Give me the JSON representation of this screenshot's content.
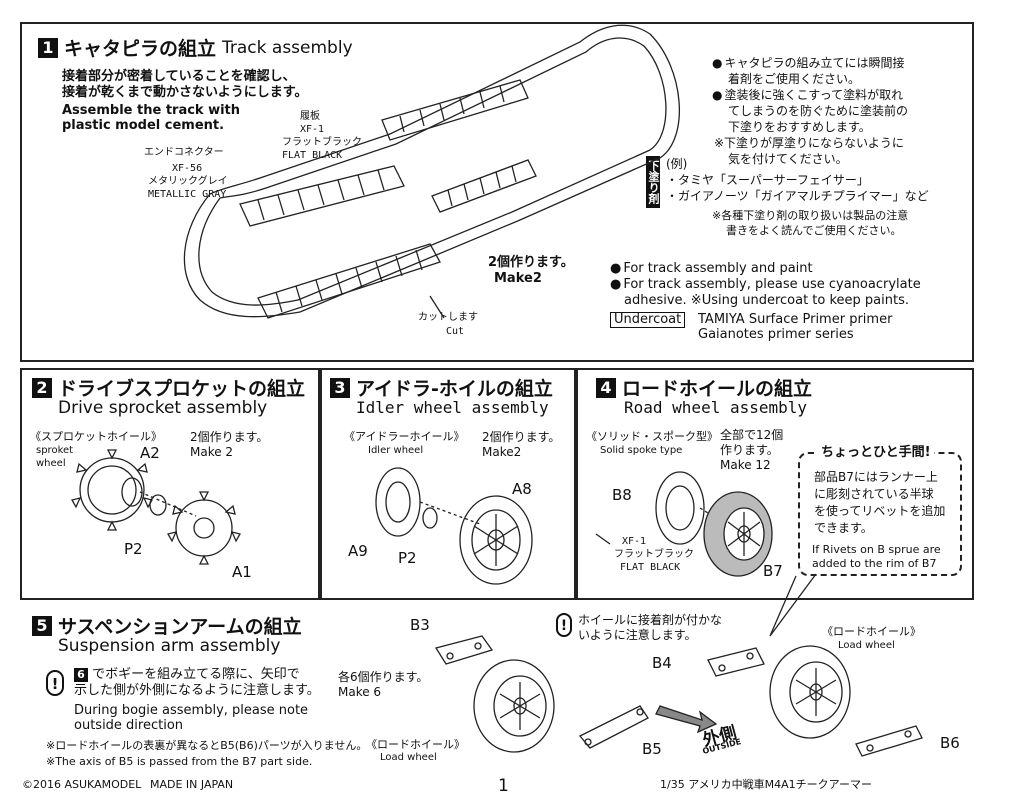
{
  "s1": {
    "num": "1",
    "title_jp": "キャタピラの組立",
    "title_en": "Track assembly",
    "inst_jp": [
      "接着部分が密着していることを確認し、",
      "接着が乾くまで動かさないようにします。"
    ],
    "inst_en": [
      "Assemble the track with",
      "plastic model cement."
    ],
    "paint1": [
      "履板",
      "XF-1",
      "フラットブラック",
      "FLAT BLACK"
    ],
    "paint2": [
      "エンドコネクター",
      "XF-56",
      "メタリックグレイ",
      "METALLIC GRAY"
    ],
    "make2_jp": "2個作ります。",
    "make2_en": "Make2",
    "cut_jp": "カットします",
    "cut_en": "Cut",
    "notes_jp": [
      "キャタピラの組み立てには瞬間接",
      "着剤をご使用ください。",
      "塗装後に強くこすって塗料が取れ",
      "てしまうのを防ぐために塗装前の",
      "下塗りをおすすめします。",
      "※下塗りが厚塗りにならないように",
      "気を付けてください。"
    ],
    "undercoat_tag": "下塗り剤",
    "examples": [
      "(例)",
      "・タミヤ「スーパーサーフェイサー」",
      "・ガイアノーツ「ガイアマルチプライマー」など"
    ],
    "care": [
      "※各種下塗り剤の取り扱いは製品の注意",
      "書きをよく読んでご使用ください。"
    ],
    "notes_en": [
      "For track assembly and paint",
      "For track assembly, please use cyanoacrylate",
      "adhesive. ※Using undercoat to keep paints."
    ],
    "undercoat_en": "Undercoat",
    "primers": [
      "TAMIYA Surface Primer primer",
      "Gaianotes primer series"
    ]
  },
  "s2": {
    "num": "2",
    "title_jp": "ドライブスプロケットの組立",
    "title_en": "Drive sprocket assembly",
    "part_label": "《スプロケットホイール》",
    "part_en": [
      "sproket",
      "wheel"
    ],
    "make_jp": "2個作ります。",
    "make_en": "Make 2",
    "labels": [
      "A2",
      "P2",
      "A1"
    ]
  },
  "s3": {
    "num": "3",
    "title_jp": "アイドラ-ホイルの組立",
    "title_en": "Idler wheel assembly",
    "part_label": "《アイドラーホイール》",
    "part_en": "Idler wheel",
    "make_jp": "2個作ります。",
    "make_en": "Make2",
    "labels": [
      "A8",
      "A9",
      "P2"
    ]
  },
  "s4": {
    "num": "4",
    "title_jp": "ロードホイールの組立",
    "title_en": "Road wheel assembly",
    "part_label": "《ソリッド・スポーク型》",
    "part_en": "Solid spoke type",
    "make_jp": "全部で12個",
    "make_jp2": "作ります。",
    "make_en": "Make 12",
    "labels": [
      "B8",
      "B7"
    ],
    "paint": [
      "XF-1",
      "フラットブラック",
      "FLAT BLACK"
    ],
    "tip_title": "ちょっとひと手間!",
    "tip_jp": [
      "部品B7にはランナー上",
      "に彫刻されている半球",
      "を使ってリベットを追加",
      "できます。"
    ],
    "tip_en": [
      "If Rivets on B sprue are",
      "added to the rim of B7"
    ]
  },
  "s5": {
    "num": "5",
    "title_jp": "サスペンションアームの組立",
    "title_en": "Suspension arm assembly",
    "step_num": "6",
    "warn_jp": [
      "でボギーを組み立てる際に、矢印で",
      "示した側が外側になるように注意します。"
    ],
    "warn_en": [
      "During bogie assembly, please note",
      "outside direction"
    ],
    "foot_jp": "※ロードホイールの表裏が異なるとB5(B6)パーツが入りません。",
    "foot_en": "※The axis of B5 is passed from the B7 part side.",
    "make_jp": "各6個作ります。",
    "make_en": "Make 6",
    "glue_warn": [
      "ホイールに接着剤が付かな",
      "いように注意します。"
    ],
    "road_label": "《ロードホイール》",
    "road_en": "Load wheel",
    "labels": [
      "B3",
      "B5",
      "B4",
      "B6"
    ],
    "outside_jp": "外側",
    "outside_en": "OUTSIDE"
  },
  "footer": {
    "copyright": "©2016 ASUKAMODEL",
    "made": "MADE IN JAPAN",
    "page": "1",
    "product": "1/35 アメリカ中戦車M4A1チークアーマー"
  }
}
